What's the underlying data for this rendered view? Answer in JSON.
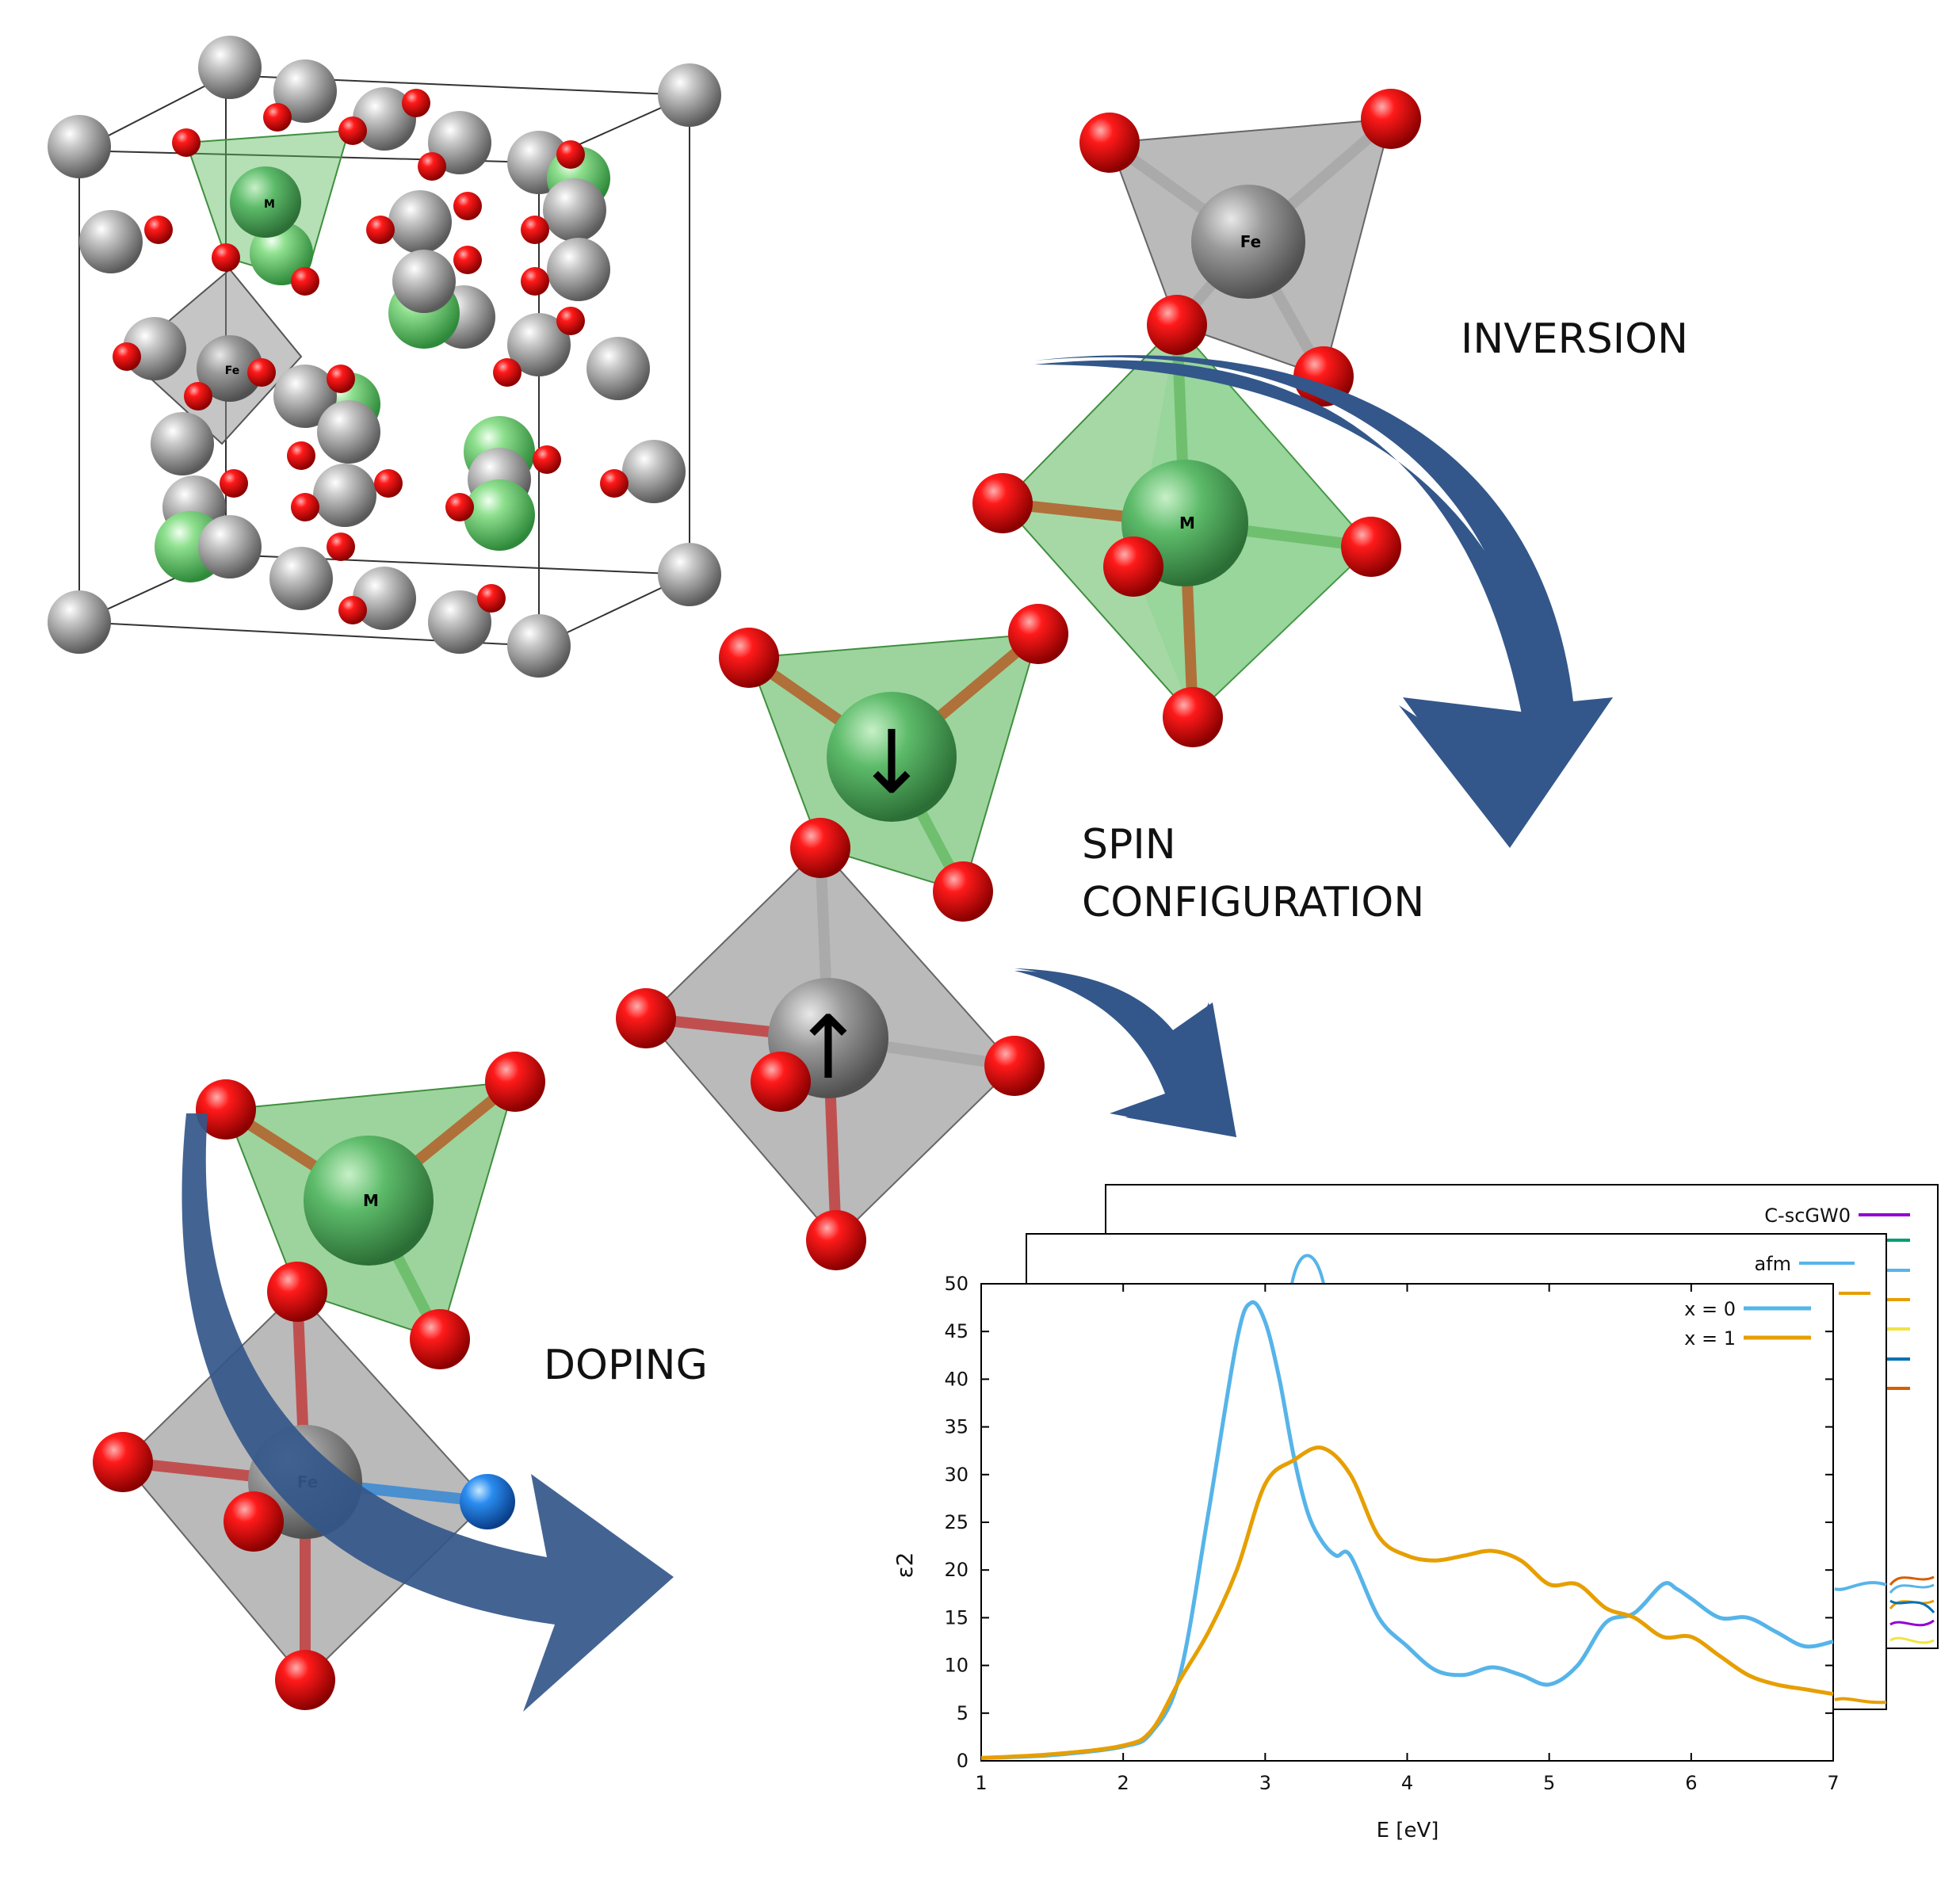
{
  "labels": {
    "inversion": "INVERSION",
    "spin": "SPIN",
    "configuration": "CONFIGURATION",
    "doping": "DOPING"
  },
  "atoms": {
    "m": "M",
    "fe": "Fe"
  },
  "spin_arrows": {
    "down": "↓",
    "up": "↑"
  },
  "colors": {
    "oxygen": "#e00000",
    "iron": "#9a9a9a",
    "metal": "#6fcf7a",
    "dopant": "#1e7fe0",
    "arrow": "#33578a",
    "tetra_face": "#5cb85c",
    "octa_face": "#8c8c8c"
  },
  "chart_data": [
    {
      "type": "line",
      "title": "",
      "xlabel": "E [eV]",
      "ylabel": "ε2",
      "xlim": [
        1,
        7
      ],
      "ylim": [
        0,
        50
      ],
      "xticks": [
        1,
        2,
        3,
        4,
        5,
        6,
        7
      ],
      "yticks": [
        0,
        5,
        10,
        15,
        20,
        25,
        30,
        35,
        40,
        45,
        50
      ],
      "legend": "top-right",
      "series": [
        {
          "name": "x = 0",
          "color": "#56b4e9",
          "x": [
            1.0,
            1.5,
            2.0,
            2.2,
            2.4,
            2.6,
            2.8,
            2.9,
            3.0,
            3.1,
            3.2,
            3.3,
            3.4,
            3.5,
            3.6,
            3.8,
            4.0,
            4.2,
            4.4,
            4.6,
            4.8,
            5.0,
            5.2,
            5.4,
            5.6,
            5.8,
            5.9,
            6.0,
            6.2,
            6.4,
            6.6,
            6.8,
            7.0
          ],
          "y": [
            0.3,
            0.6,
            1.5,
            3.0,
            9.0,
            26.0,
            44.0,
            48.0,
            46.0,
            40.0,
            32.0,
            26.0,
            23.0,
            21.5,
            21.5,
            15.0,
            12.0,
            9.5,
            9.0,
            9.8,
            9.0,
            8.0,
            10.0,
            14.5,
            15.5,
            18.5,
            18.0,
            17.0,
            15.0,
            15.0,
            13.5,
            12.0,
            12.5
          ]
        },
        {
          "name": "x = 1",
          "color": "#e69f00",
          "x": [
            1.0,
            1.5,
            2.0,
            2.2,
            2.4,
            2.6,
            2.8,
            3.0,
            3.2,
            3.4,
            3.6,
            3.8,
            4.0,
            4.2,
            4.4,
            4.6,
            4.8,
            5.0,
            5.2,
            5.4,
            5.6,
            5.8,
            6.0,
            6.2,
            6.4,
            6.6,
            6.8,
            7.0
          ],
          "y": [
            0.3,
            0.7,
            1.6,
            3.2,
            8.5,
            13.5,
            20.0,
            29.0,
            31.5,
            32.8,
            30.0,
            23.5,
            21.5,
            21.0,
            21.5,
            22.0,
            21.0,
            18.5,
            18.5,
            16.0,
            15.0,
            13.0,
            13.0,
            11.0,
            9.0,
            8.0,
            7.5,
            7.0
          ]
        }
      ]
    },
    {
      "type": "line",
      "title": "",
      "legend": "top-right",
      "xlim": [
        1,
        7
      ],
      "ylim": [
        0,
        50
      ],
      "series": [
        {
          "name": "afm",
          "color": "#56b4e9",
          "x": [
            3.0,
            3.1,
            3.2,
            3.3,
            3.4
          ],
          "y": [
            48,
            51,
            52,
            51,
            48
          ]
        }
      ]
    },
    {
      "type": "line",
      "title": "",
      "legend": "top-right",
      "series": [
        {
          "name": "C-scGW0",
          "color": "#9400d3"
        }
      ]
    }
  ]
}
